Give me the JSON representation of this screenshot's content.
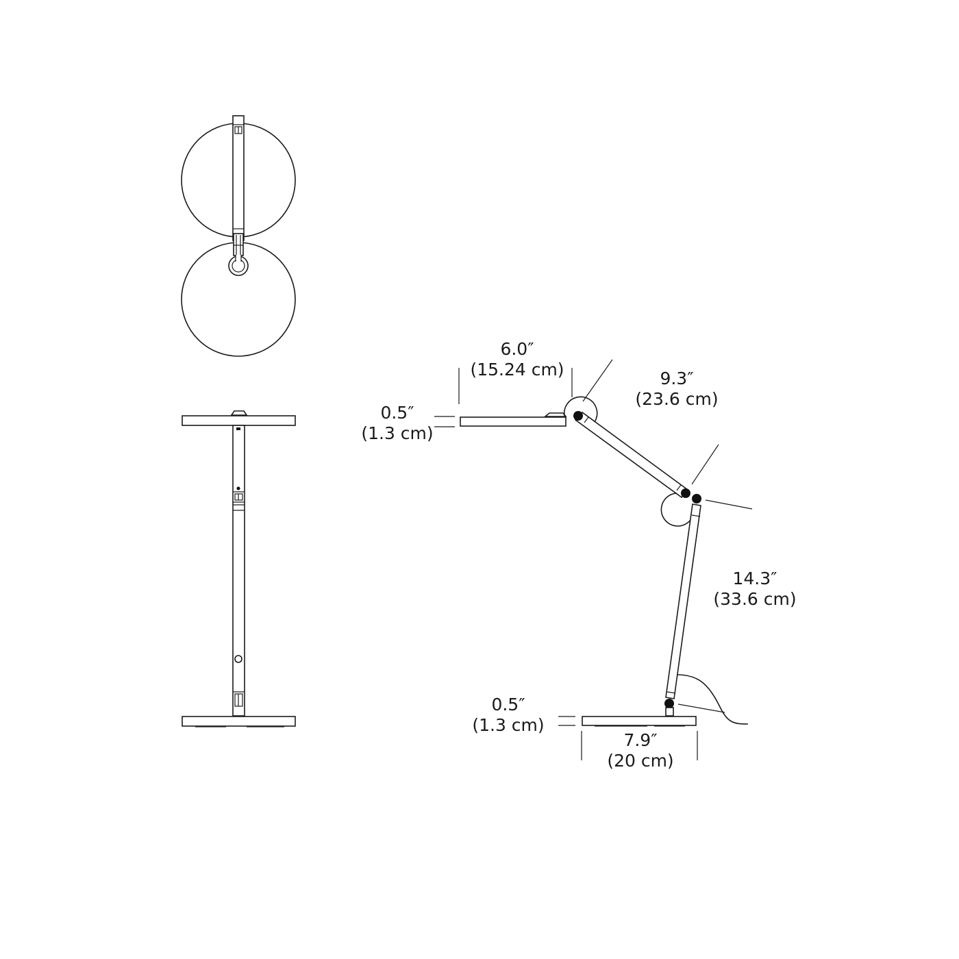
{
  "diagram": {
    "subject": "desk lamp dimension drawing",
    "views": [
      {
        "name": "top-view"
      },
      {
        "name": "front-view"
      },
      {
        "name": "side-view"
      }
    ]
  },
  "dimensions": {
    "head_width": {
      "imperial": "6.0″",
      "metric": "(15.24 cm)"
    },
    "head_thickness": {
      "imperial": "0.5″",
      "metric": "(1.3 cm)"
    },
    "upper_arm": {
      "imperial": "9.3″",
      "metric": "(23.6 cm)"
    },
    "lower_arm": {
      "imperial": "14.3″",
      "metric": "(33.6 cm)"
    },
    "base_thickness": {
      "imperial": "0.5″",
      "metric": "(1.3 cm)"
    },
    "base_width": {
      "imperial": "7.9″",
      "metric": "(20 cm)"
    }
  },
  "colors": {
    "line": "#1a1a1a",
    "background": "#ffffff"
  }
}
